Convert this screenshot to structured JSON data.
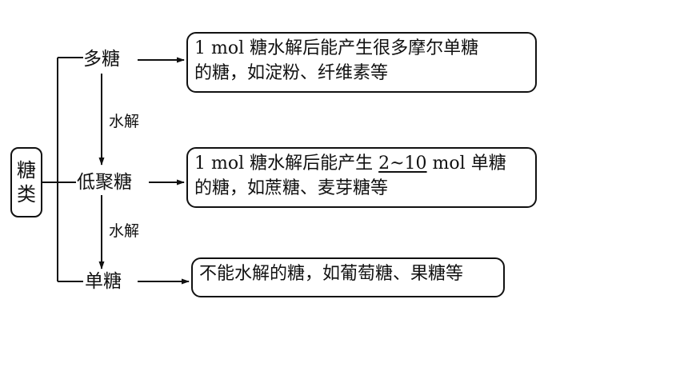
{
  "root": {
    "label_line1": "糖",
    "label_line2": "类"
  },
  "nodes": {
    "polysaccharide": "多糖",
    "oligosaccharide": "低聚糖",
    "monosaccharide": "单糖"
  },
  "edges": {
    "hydrolysis_upper": "水解",
    "hydrolysis_lower": "水解"
  },
  "descriptions": {
    "polysaccharide": {
      "line1": "1 mol 糖水解后能产生很多摩尔单糖",
      "line2": "的糖，如淀粉、纤维素等"
    },
    "oligosaccharide": {
      "line1_prefix": "1 mol 糖水解后能产生 ",
      "line1_range": "2~10",
      "line1_suffix": " mol 单糖",
      "line2": "的糖，如蔗糖、麦芽糖等"
    },
    "monosaccharide": {
      "line1": "不能水解的糖，如葡萄糖、果糖等"
    }
  }
}
